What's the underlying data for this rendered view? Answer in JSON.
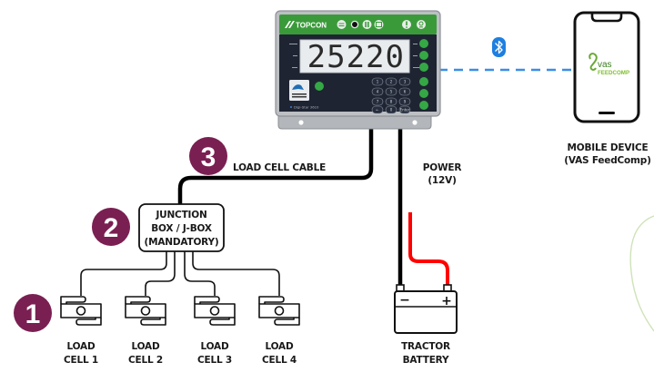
{
  "diagram": {
    "title": "Topcon scale indicator wiring diagram",
    "colors": {
      "badge": "#7a1f52",
      "cable": "#000000",
      "positive_cable": "#ff0000",
      "bluetooth": "#1e7fe0",
      "bluetooth_link": "#3a8ee6",
      "indicator_header": "#3a9a3a",
      "indicator_face": "#1f2433",
      "indicator_housing": "#b9bcc0",
      "lcd": "#e9ecef",
      "green_button": "#35a845"
    },
    "indicator": {
      "brand": "TOPCON",
      "display_value": "25220",
      "model_label": "Digi-Star 3610",
      "header_buttons": [
        "tare-icon",
        "dot-icon",
        "pause-icon",
        "print-icon",
        "alert-icon",
        "help-icon"
      ],
      "keypad": [
        "1",
        "2",
        "3",
        "4",
        "5",
        "6",
        "7",
        "8",
        "9",
        "←",
        "0",
        "Enter"
      ],
      "side_buttons": 6
    },
    "bluetooth": {
      "icon": "bluetooth-icon",
      "link_style": "dashed"
    },
    "mobile_device": {
      "label_line1": "MOBILE DEVICE",
      "label_line2": "(VAS FeedComp)",
      "app_name_line1": "vas",
      "app_name_line2": "FEEDCOMP"
    },
    "steps": [
      {
        "number": "1",
        "target": "load cells"
      },
      {
        "number": "2",
        "target": "junction box"
      },
      {
        "number": "3",
        "target": "load cell cable"
      }
    ],
    "load_cell_cable": {
      "label": "LOAD CELL CABLE"
    },
    "junction_box": {
      "line1": "JUNCTION",
      "line2": "BOX / J-BOX",
      "line3": "(MANDATORY)"
    },
    "power": {
      "line1": "POWER",
      "line2": "(12V)"
    },
    "battery": {
      "line1": "TRACTOR",
      "line2": "BATTERY",
      "negative": "−",
      "positive": "+"
    },
    "load_cells": [
      {
        "line1": "LOAD",
        "line2": "CELL 1"
      },
      {
        "line1": "LOAD",
        "line2": "CELL 2"
      },
      {
        "line1": "LOAD",
        "line2": "CELL 3"
      },
      {
        "line1": "LOAD",
        "line2": "CELL 4"
      }
    ]
  }
}
